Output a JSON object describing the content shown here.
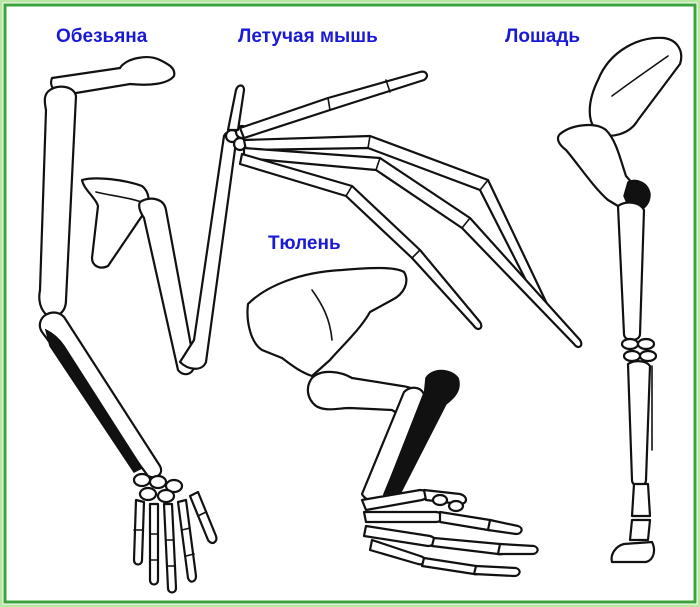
{
  "labels": {
    "monkey": "Обезьяна",
    "bat": "Летучая мышь",
    "horse": "Лошадь",
    "seal": "Тюлень"
  },
  "colors": {
    "frame_green": "#3aa43a",
    "frame_light": "#b9e6a0",
    "label_blue": "#1a1ad6",
    "ink": "#111111"
  }
}
